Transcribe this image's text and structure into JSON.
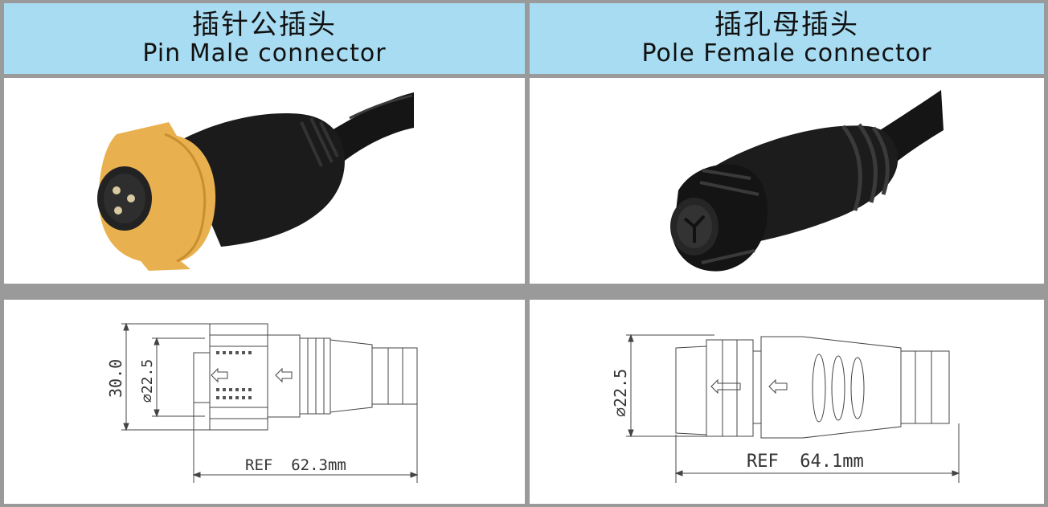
{
  "columns": [
    {
      "title_cn": "插针公插头",
      "title_en": "Pin Male connector",
      "drawing": {
        "height_label": "30.0",
        "diameter_label": "⌀22.5",
        "length_label": "REF  62.3mm"
      }
    },
    {
      "title_cn": "插孔母插头",
      "title_en": "Pole Female connector",
      "drawing": {
        "diameter_label": "⌀22.5",
        "length_label": "REF  64.1mm"
      }
    }
  ],
  "colors": {
    "header_bg": "#a8dcf2",
    "grid": "#9a9a9a",
    "male_body": "#e8b04e",
    "cable": "#111111"
  }
}
